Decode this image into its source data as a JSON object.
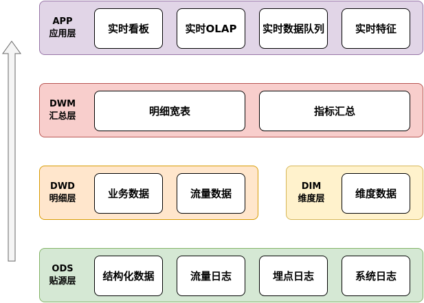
{
  "layers": {
    "app": {
      "code": "APP",
      "name": "应用层",
      "nodes": [
        "实时看板",
        "实时OLAP",
        "实时数据队列",
        "实时特征"
      ]
    },
    "dwm": {
      "code": "DWM",
      "name": "汇总层",
      "nodes": [
        "明细宽表",
        "指标汇总"
      ]
    },
    "dwd": {
      "code": "DWD",
      "name": "明细层",
      "nodes": [
        "业务数据",
        "流量数据"
      ]
    },
    "dim": {
      "code": "DIM",
      "name": "维度层",
      "nodes": [
        "维度数据"
      ]
    },
    "ods": {
      "code": "ODS",
      "name": "贴源层",
      "nodes": [
        "结构化数据",
        "流量日志",
        "埋点日志",
        "系统日志"
      ]
    }
  },
  "colors": {
    "app_fill": "#e1d5e7",
    "app_border": "#9673a6",
    "dwm_fill": "#f8cecc",
    "dwm_border": "#b85450",
    "dwd_fill": "#ffe6cc",
    "dwd_border": "#d79b00",
    "dim_fill": "#fff2cc",
    "dim_border": "#d6b656",
    "ods_fill": "#d5e8d4",
    "ods_border": "#82b366",
    "arrow_fill": "#f5f5f5",
    "arrow_border": "#666666"
  },
  "icons": {
    "flow-arrow": "up-arrow-icon"
  }
}
